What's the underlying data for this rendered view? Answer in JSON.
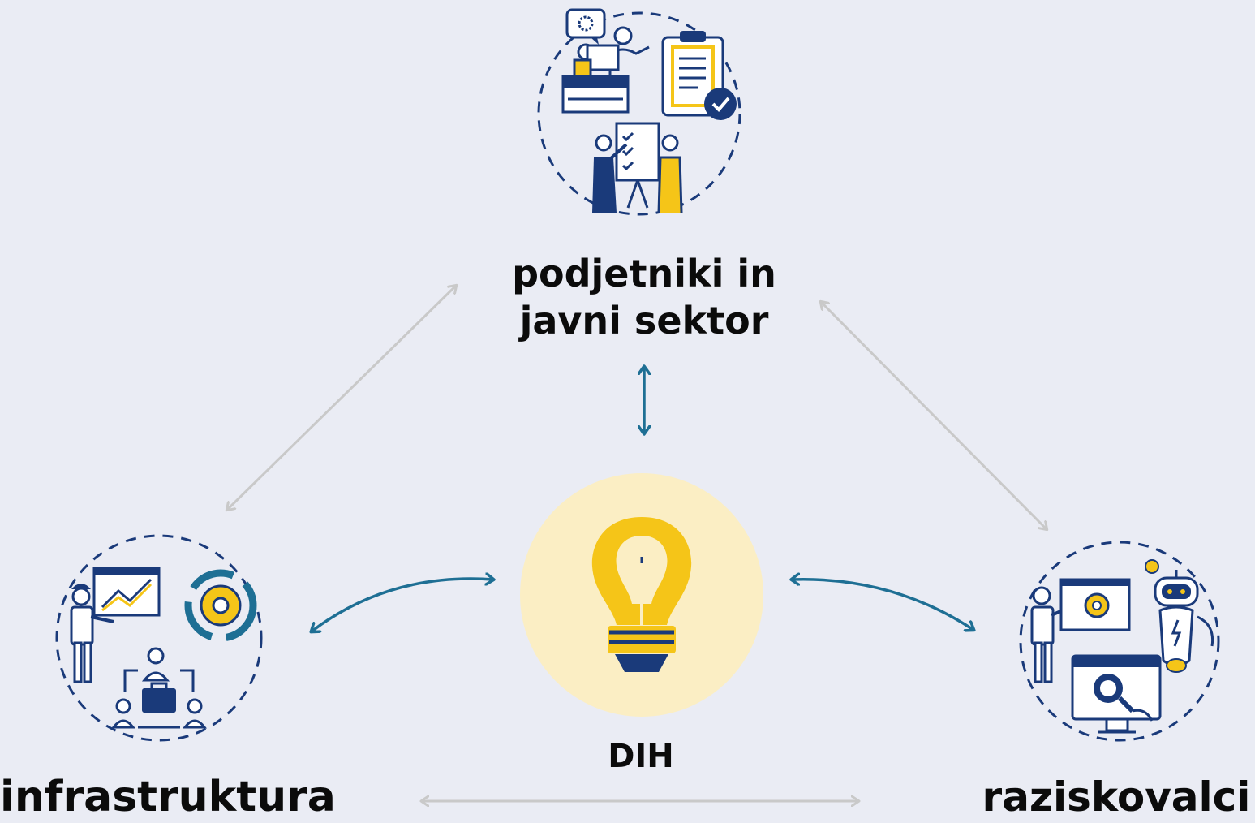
{
  "nodes": {
    "top": {
      "label_line1": "podjetniki in",
      "label_line2": "javni sektor"
    },
    "center": {
      "label": "DIH"
    },
    "left": {
      "label": "infrastruktura"
    },
    "right": {
      "label": "raziskovalci"
    }
  },
  "colors": {
    "background": "#eaecf4",
    "navy": "#1a3a7a",
    "yellow": "#f5c518",
    "teal_arrow": "#1e6f94",
    "gray_arrow": "#c9c9c9",
    "bulb_glow": "#fbeec4"
  }
}
